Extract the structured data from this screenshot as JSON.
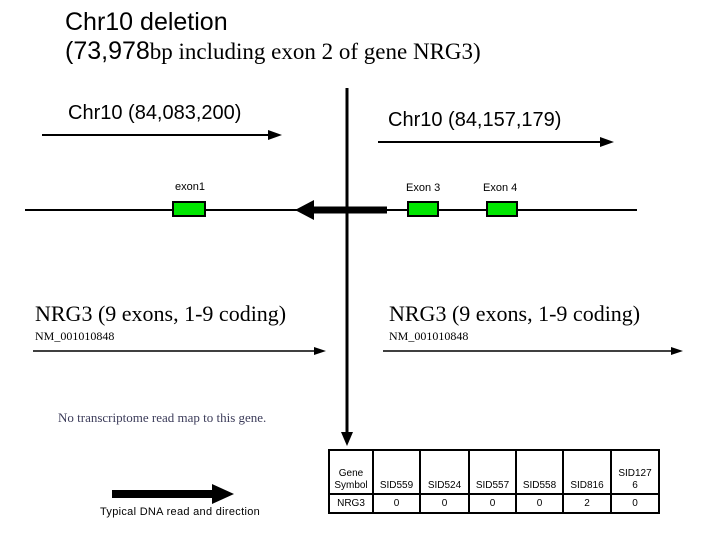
{
  "title": {
    "line1": "Chr10 deletion",
    "line2_prefix": "(73,978",
    "line2_suffix": "bp including exon 2 of gene NRG3)"
  },
  "breakpoints": {
    "left": "Chr10 (84,083,200)",
    "right": "Chr10 (84,157,179)"
  },
  "gene_track": {
    "exons": [
      {
        "label": "exon1"
      },
      {
        "label": "Exon 3"
      },
      {
        "label": "Exon 4"
      }
    ]
  },
  "transcripts": {
    "left": {
      "gene": "NRG3 (9 exons, 1-9 coding)",
      "accession": "NM_001010848"
    },
    "right": {
      "gene": "NRG3 (9 exons, 1-9 coding)",
      "accession": "NM_001010848"
    }
  },
  "note": "No transcriptome read map to this gene.",
  "legend": {
    "label": "Typical DNA read and direction"
  },
  "table": {
    "headers": [
      "Gene Symbol",
      "SID559",
      "SID524",
      "SID557",
      "SID558",
      "SID816",
      "SID1276"
    ],
    "rows": [
      [
        "NRG3",
        "0",
        "0",
        "0",
        "0",
        "2",
        "0"
      ]
    ]
  },
  "colors": {
    "exon_fill": "#00e600",
    "note_text": "#3c3c5a",
    "line": "#000000"
  }
}
